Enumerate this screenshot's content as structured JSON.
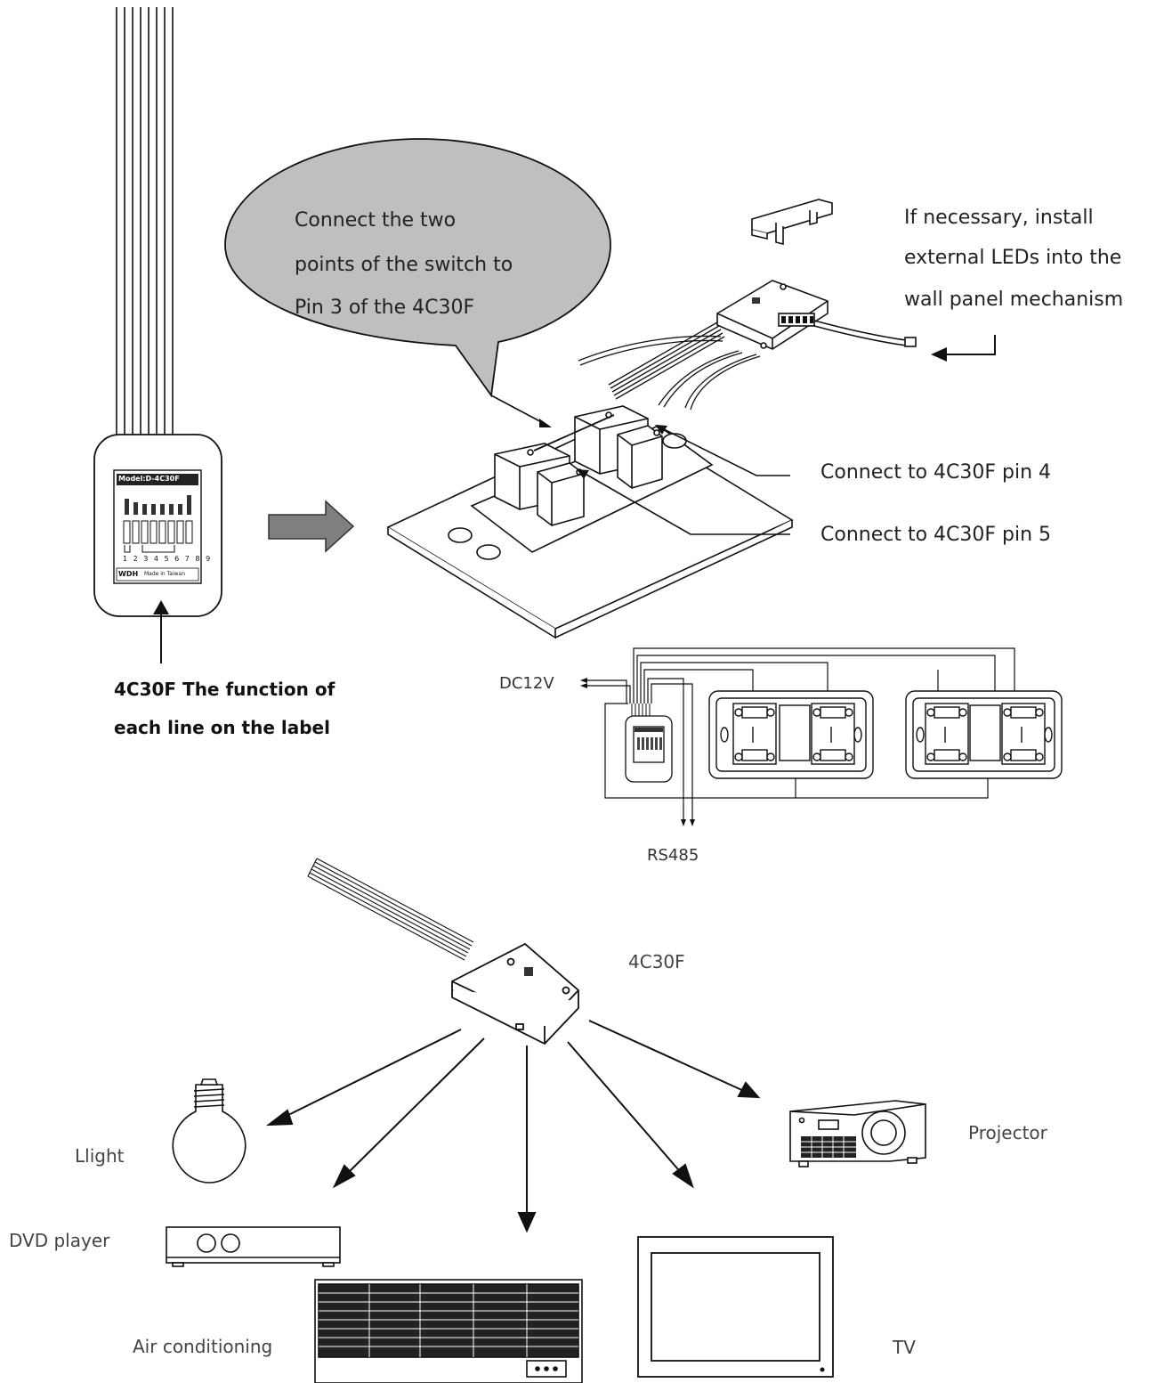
{
  "callout": {
    "line1": "Connect the two",
    "line2": "points of the switch to",
    "line3": "Pin 3 of the 4C30F"
  },
  "led_note": {
    "line1": "If necessary, install",
    "line2": "external LEDs into the",
    "line3": "wall panel mechanism"
  },
  "pin_labels": {
    "pin4": "Connect to 4C30F pin 4",
    "pin5": "Connect to 4C30F pin 5"
  },
  "label_note": {
    "line1": "4C30F The function of",
    "line2": "each line on the label"
  },
  "module_label": {
    "model": "Model:D-4C30F",
    "brand": "WDH",
    "made_in": "Made in Taiwan",
    "pin_numbers": "1 2 3 4 5 6 7 8 9"
  },
  "wiring": {
    "power": "DC12V",
    "bus": "RS485"
  },
  "device_name": "4C30F",
  "loads": {
    "light": "Llight",
    "dvd": "DVD player",
    "ac": "Air conditioning",
    "tv": "TV",
    "projector": "Projector"
  },
  "colors": {
    "bubble": "#bdbdbd",
    "arrow": "#808080",
    "line": "#111111"
  }
}
